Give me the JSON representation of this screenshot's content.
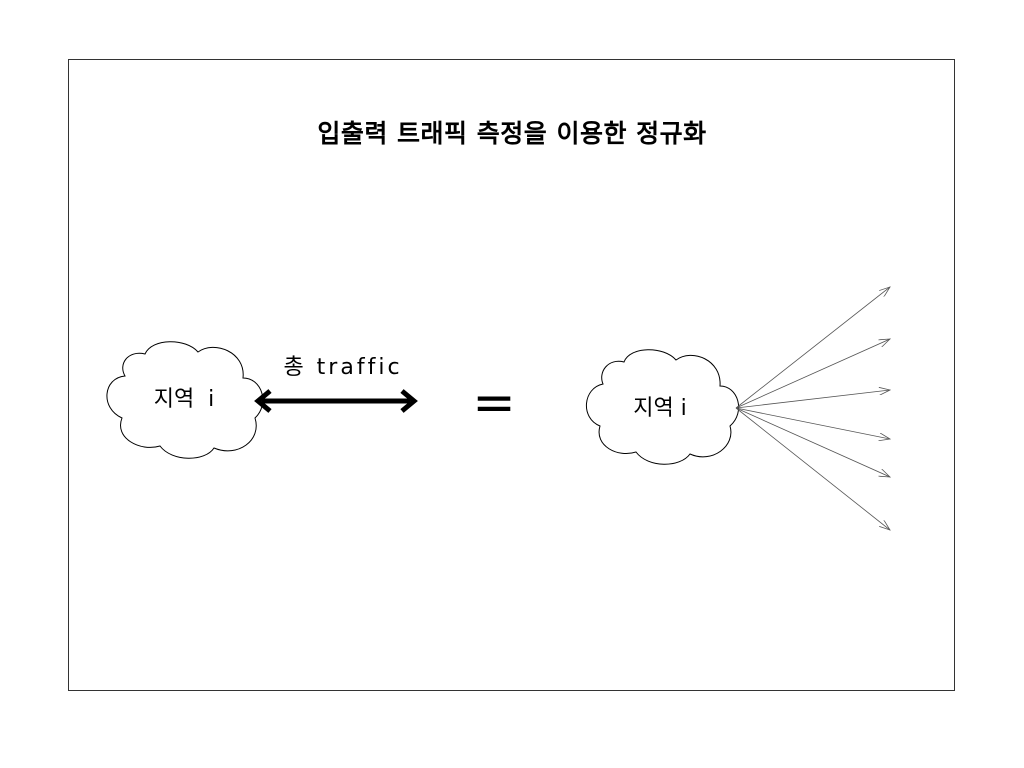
{
  "title": "입출력 트래픽 측정을 이용한 정규화",
  "left_region": {
    "label": "지역  i"
  },
  "connection": {
    "label": "총 traffic"
  },
  "equals_symbol": "=",
  "right_region": {
    "label": "지역 i"
  },
  "outgoing_arrows": {
    "count": 6
  },
  "colors": {
    "stroke": "#000000",
    "thin_arrow": "#555555",
    "frame": "#333333"
  }
}
